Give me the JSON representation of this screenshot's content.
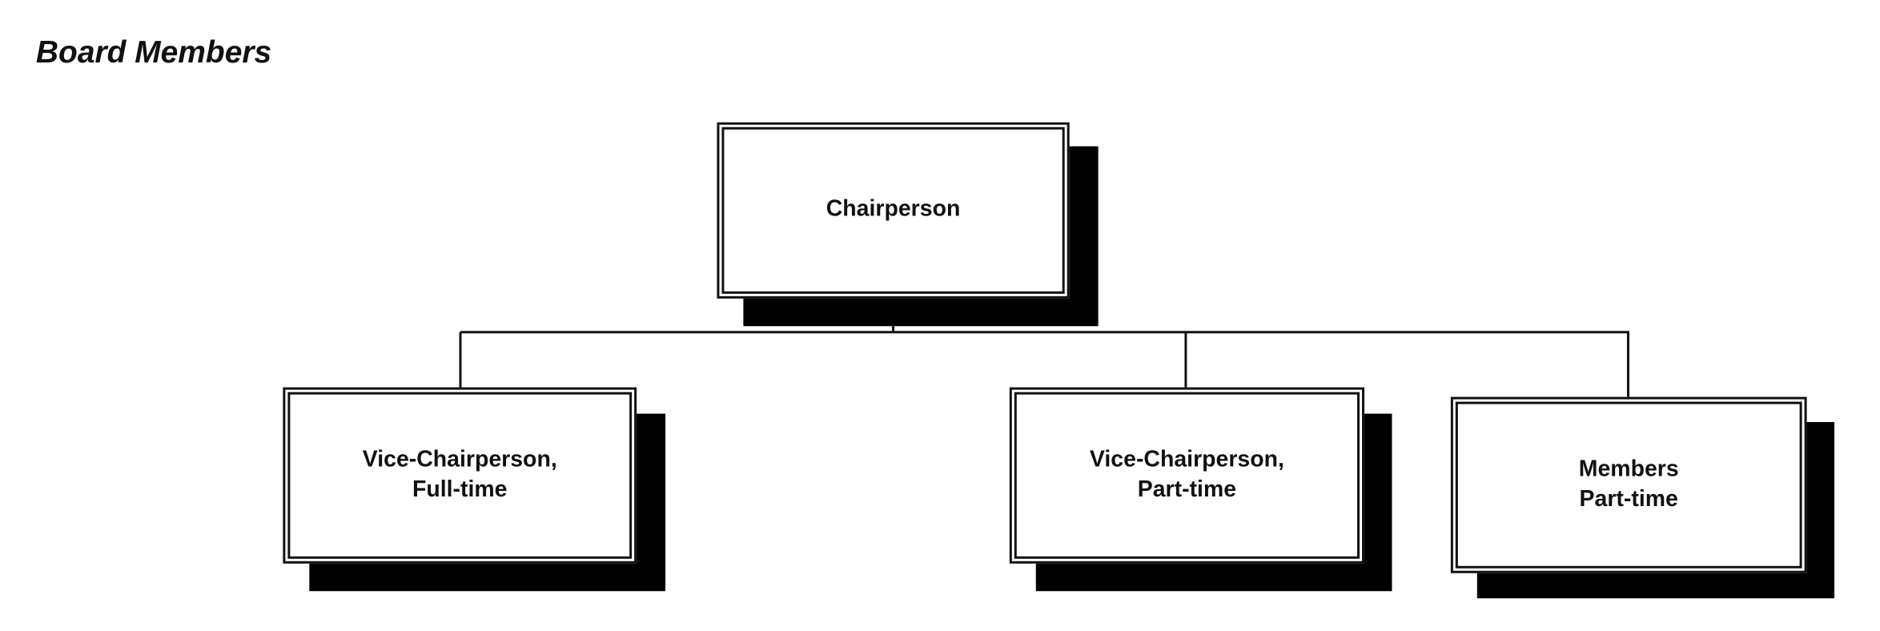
{
  "title": "Board Members",
  "chart": {
    "root": {
      "lines": [
        "Chairperson"
      ]
    },
    "children": [
      {
        "lines": [
          "Vice-Chairperson,",
          "Full-time"
        ]
      },
      {
        "lines": [
          "Vice-Chairperson,",
          "Part-time"
        ]
      },
      {
        "lines": [
          "Members",
          "Part-time"
        ]
      }
    ]
  }
}
